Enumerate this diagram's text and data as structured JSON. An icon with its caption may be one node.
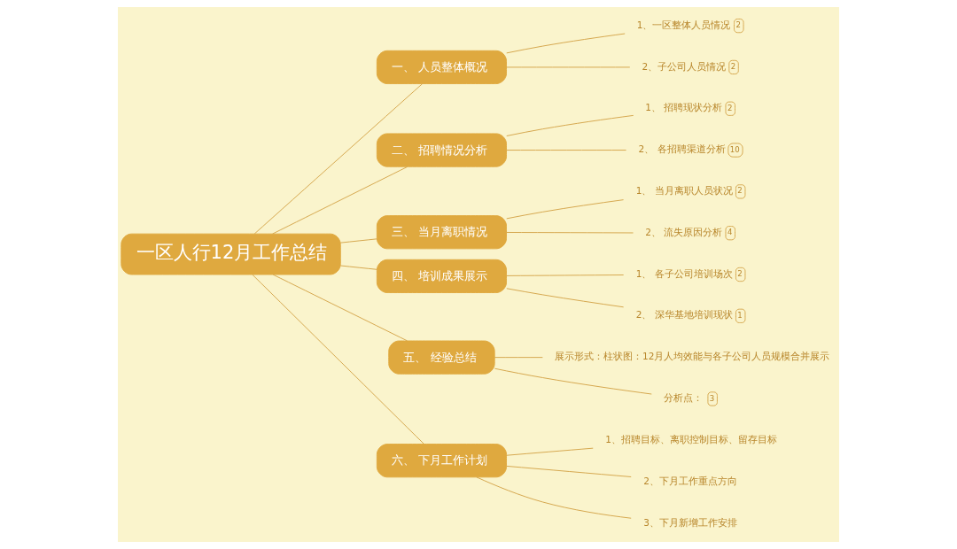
{
  "diagram": {
    "nodes": [
      {
        "text": [
          "一区人行12月工作总结"
        ]
      },
      {
        "text": [
          "一、 人员整体概况"
        ]
      },
      {
        "text": [
          "1、一区整体人员情况",
          "2"
        ]
      },
      {
        "text": [
          "2、子公司人员情况",
          "2"
        ]
      },
      {
        "text": [
          "二、 招聘情况分析"
        ]
      },
      {
        "text": [
          "1、 招聘现状分析",
          "2"
        ]
      },
      {
        "text": [
          "2、 各招聘渠道分析",
          "10"
        ]
      },
      {
        "text": [
          "三、 当月离职情况"
        ]
      },
      {
        "text": [
          "1、 当月离职人员状况",
          "2"
        ]
      },
      {
        "text": [
          "2、 流失原因分析",
          "4"
        ]
      },
      {
        "text": [
          "四、 培训成果展示"
        ]
      },
      {
        "text": [
          "1、 各子公司培训场次",
          "2"
        ]
      },
      {
        "text": [
          "2、 深华基地培训现状",
          "1"
        ]
      },
      {
        "text": [
          "五、 经验总结"
        ]
      },
      {
        "text": [
          "展示形式：柱状图：12月人均效能与各子公司人员规模合并展示"
        ]
      },
      {
        "text": [
          "分析点：",
          "3"
        ]
      },
      {
        "text": [
          "六、 下月工作计划"
        ]
      },
      {
        "text": [
          "1、招聘目标、离职控制目标、留存目标"
        ]
      },
      {
        "text": [
          "2、下月工作重点方向"
        ]
      },
      {
        "text": [
          "3、下月新增工作安排"
        ]
      }
    ],
    "edges": [
      {
        "from": 0,
        "to": 1,
        "arrow": "none"
      },
      {
        "from": 1,
        "to": 2,
        "arrow": "none"
      },
      {
        "from": 1,
        "to": 3,
        "arrow": "none"
      },
      {
        "from": 0,
        "to": 4,
        "arrow": "none"
      },
      {
        "from": 4,
        "to": 5,
        "arrow": "none"
      },
      {
        "from": 4,
        "to": 6,
        "arrow": "none"
      },
      {
        "from": 0,
        "to": 7,
        "arrow": "none"
      },
      {
        "from": 7,
        "to": 8,
        "arrow": "none"
      },
      {
        "from": 7,
        "to": 9,
        "arrow": "none"
      },
      {
        "from": 0,
        "to": 10,
        "arrow": "none"
      },
      {
        "from": 10,
        "to": 11,
        "arrow": "none"
      },
      {
        "from": 10,
        "to": 12,
        "arrow": "none"
      },
      {
        "from": 0,
        "to": 13,
        "arrow": "none"
      },
      {
        "from": 13,
        "to": 14,
        "arrow": "none"
      },
      {
        "from": 13,
        "to": 15,
        "arrow": "none"
      },
      {
        "from": 0,
        "to": 16,
        "arrow": "none"
      },
      {
        "from": 16,
        "to": 17,
        "arrow": "none"
      },
      {
        "from": 16,
        "to": 18,
        "arrow": "none"
      },
      {
        "from": 16,
        "to": 19,
        "arrow": "none"
      }
    ]
  }
}
